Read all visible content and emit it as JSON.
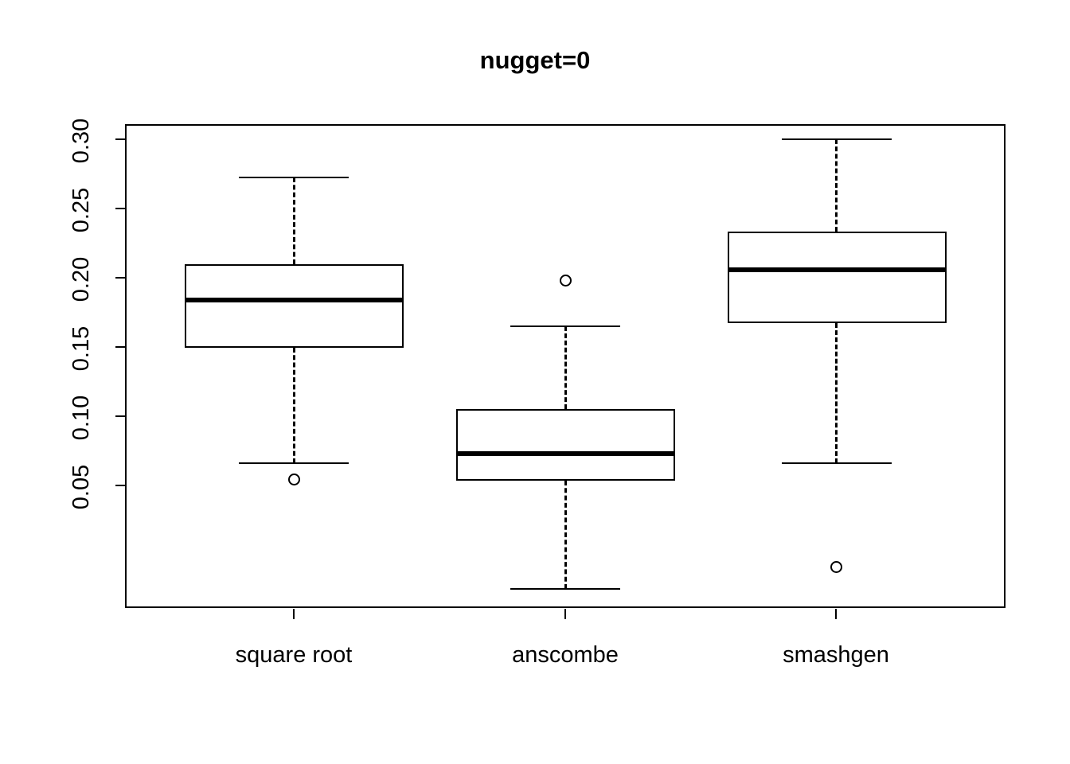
{
  "chart_data": {
    "type": "box",
    "title": "nugget=0",
    "xlabel": "",
    "ylabel": "",
    "categories": [
      "square root",
      "anscombe",
      "smashgen"
    ],
    "y_ticks": [
      0.05,
      0.1,
      0.15,
      0.2,
      0.25,
      0.3
    ],
    "y_tick_labels": [
      "0.05",
      "0.10",
      "0.15",
      "0.20",
      "0.25",
      "0.30"
    ],
    "ylim": [
      0.025,
      0.313
    ],
    "grid": false,
    "legend": false,
    "boxes": [
      {
        "name": "square root",
        "whisker_low": 0.066,
        "q1": 0.149,
        "median": 0.184,
        "q3": 0.21,
        "whisker_high": 0.272,
        "outliers": [
          0.055
        ]
      },
      {
        "name": "anscombe",
        "whisker_low": -0.005,
        "q1": 0.054,
        "median": 0.073,
        "q3": 0.093,
        "whisker_high": 0.165,
        "outliers": [
          0.198
        ]
      },
      {
        "name": "smashgen",
        "whisker_low": 0.066,
        "q1": 0.167,
        "median": 0.206,
        "q3": 0.233,
        "whisker_high": 0.3,
        "outliers": [
          0.009
        ]
      }
    ]
  },
  "axis": {
    "y_labels": [
      "0.05",
      "0.10",
      "0.15",
      "0.20",
      "0.25",
      "0.30"
    ],
    "x_labels": [
      "square root",
      "anscombe",
      "smashgen"
    ]
  }
}
